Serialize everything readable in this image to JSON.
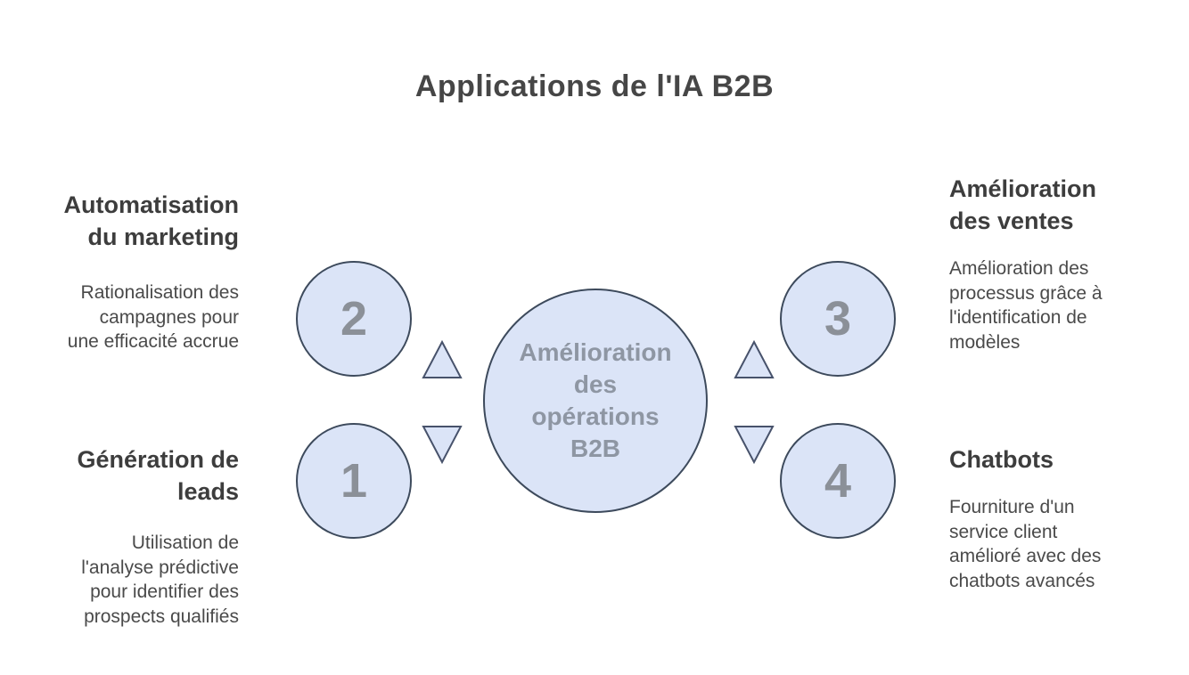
{
  "title": "Applications de l'IA B2B",
  "center": {
    "label": "Amélioration des opérations B2B",
    "lines": [
      "Amélioration",
      "des",
      "opérations",
      "B2B"
    ]
  },
  "nodes": [
    {
      "number": "1",
      "heading": "Génération de leads",
      "heading_lines": [
        "Génération de",
        "leads"
      ],
      "body": "Utilisation de l'analyse prédictive pour identifier des prospects qualifiés",
      "body_lines": [
        "Utilisation de",
        "l'analyse prédictive",
        "pour identifier des",
        "prospects qualifiés"
      ]
    },
    {
      "number": "2",
      "heading": "Automatisation du marketing",
      "heading_lines": [
        "Automatisation",
        "du marketing"
      ],
      "body": "Rationalisation des campagnes pour une efficacité accrue",
      "body_lines": [
        "Rationalisation des",
        "campagnes pour",
        "une efficacité accrue"
      ]
    },
    {
      "number": "3",
      "heading": "Amélioration des ventes",
      "heading_lines": [
        "Amélioration",
        "des ventes"
      ],
      "body": "Amélioration des processus grâce à l'identification de modèles",
      "body_lines": [
        "Amélioration des",
        "processus grâce à",
        "l'identification de",
        "modèles"
      ]
    },
    {
      "number": "4",
      "heading": "Chatbots",
      "heading_lines": [
        "Chatbots"
      ],
      "body": "Fourniture d'un service client amélioré avec des chatbots avancés",
      "body_lines": [
        "Fourniture d'un",
        "service client",
        "amélioré avec des",
        "chatbots avancés"
      ]
    }
  ],
  "colors": {
    "background": "#ffffff",
    "title_text": "#464646",
    "heading_text": "#3d3d3d",
    "body_text": "#4a4a4a",
    "circle_fill": "#dbe4f7",
    "circle_stroke": "#3d4a5c",
    "number_text": "#8b9098",
    "center_text": "#8e96a3"
  }
}
